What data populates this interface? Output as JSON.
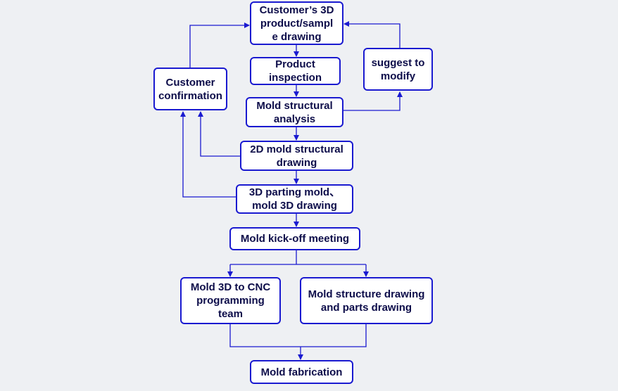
{
  "colors": {
    "background": "#eef0f3",
    "line": "#1a1ad0",
    "box_fill": "#ffffff",
    "text": "#0d0d4a"
  },
  "nodes": {
    "customer_drawing": "Customer’s 3D\nproduct/sampl\ne drawing",
    "product_inspection": "Product\ninspection",
    "suggest_modify": "suggest to\nmodify",
    "customer_confirmation": "Customer\nconfirmation",
    "mold_structural_analysis": "Mold structural\nanalysis",
    "mold_2d_structural_drawing": "2D mold structural\ndrawing",
    "parting_3d_drawing": "3D parting mold、\nmold 3D drawing",
    "kickoff_meeting": "Mold kick-off meeting",
    "cnc_programming": "Mold 3D to CNC\nprogramming\nteam",
    "structure_parts_drawing": "Mold structure drawing\nand parts drawing",
    "mold_fabrication": "Mold fabrication"
  }
}
